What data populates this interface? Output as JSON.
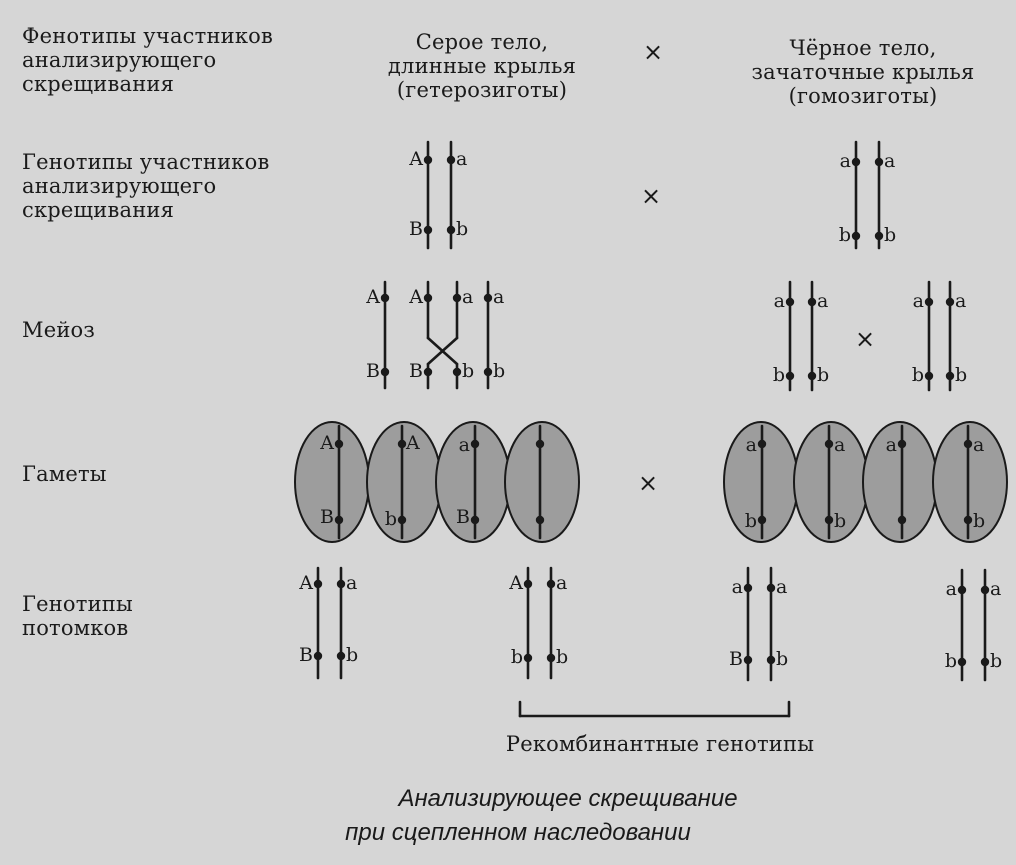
{
  "rows": {
    "phenotypes_label": "Фенотипы участников\nанализирующего\nскрещивания",
    "genotypes_label": "Генотипы участников\nанализирующего\nскрещивания",
    "meiosis_label": "Мейоз",
    "gametes_label": "Гаметы",
    "offspring_label": "Генотипы\nпотомков"
  },
  "parents": {
    "left_phenotype": "Серое тело,\nдлинные крылья\n(гетерозиготы)",
    "right_phenotype": "Чёрное тело,\nзачаточные крылья\n(гомозиготы)"
  },
  "cross_symbol": "×",
  "alleles": {
    "dominant_top": "A",
    "recessive_top": "a",
    "dominant_bottom": "B",
    "recessive_bottom": "b"
  },
  "recombinant_label": "Рекомбинантные генотипы",
  "caption": {
    "line1": "Анализирующее скрещивание",
    "line2": "при сцепленном наследовании"
  },
  "colors": {
    "gamete_fill": "#9d9d9d",
    "ink": "#1a1a1a",
    "background": "#d6d6d6"
  }
}
